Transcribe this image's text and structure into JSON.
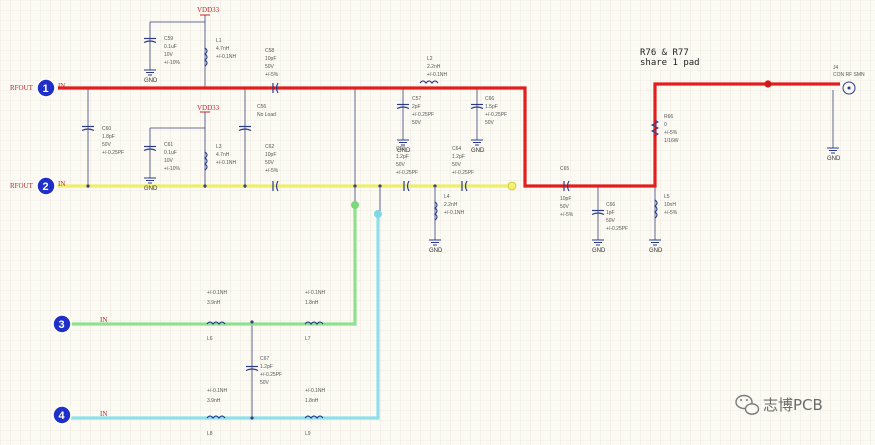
{
  "rails": {
    "vdd_top": "VDD33",
    "vdd_mid": "VDD33"
  },
  "nets": {
    "rf1": "RFOUT",
    "rf1_suffix": "IN",
    "rf2": "RFOUT",
    "rf2_suffix": "IN",
    "in3": "IN",
    "in4": "IN"
  },
  "note": {
    "line1": "R76 & R77",
    "line2": "share 1 pad"
  },
  "gnd_label": "GND",
  "markers": [
    "1",
    "2",
    "3",
    "4"
  ],
  "parts": {
    "c59": [
      "C59",
      "0.1uF",
      "10V",
      "+/-10%"
    ],
    "l1": [
      "L1",
      "4.7nH",
      "+/-0.1NH"
    ],
    "c58": [
      "C58",
      "10pF",
      "50V",
      "+/-5%"
    ],
    "l2": [
      "L2",
      "2.2nH",
      "+/-0.1NH"
    ],
    "c60": [
      "C60",
      "1.8pF",
      "50V",
      "+/-0.25PF"
    ],
    "c56": [
      "C56",
      "No Load"
    ],
    "c57": [
      "C57",
      "2pF",
      "+/-0.25PF",
      "50V"
    ],
    "c66": [
      "C66",
      "1.5pF",
      "+/-0.25PF",
      "50V"
    ],
    "c61": [
      "C61",
      "0.1uF",
      "10V",
      "+/-10%"
    ],
    "l3": [
      "L3",
      "4.7nH",
      "+/-0.1NH"
    ],
    "c62": [
      "C62",
      "10pF",
      "50V",
      "+/-5%"
    ],
    "c63": [
      "C63",
      "1.2pF",
      "50V",
      "+/-0.25PF"
    ],
    "c64": [
      "C64",
      "1.2pF",
      "50V",
      "+/-0.25PF"
    ],
    "l4": [
      "L4",
      "2.2nH",
      "+/-0.1NH"
    ],
    "c65": [
      "C65",
      "10pF",
      "50V",
      "+/-5%"
    ],
    "c66b": [
      "C66",
      "1pF",
      "50V",
      "+/-0.25PF"
    ],
    "r66": [
      "R66",
      "0",
      "+/-5%",
      "1/16W"
    ],
    "l5": [
      "L5",
      "10nH",
      "+/-5%"
    ],
    "j4": [
      "J4",
      "CON RF SMN"
    ],
    "l6": [
      "+/-0.1NH",
      "3.9nH",
      "L6"
    ],
    "l7": [
      "+/-0.1NH",
      "1.8nH",
      "L7"
    ],
    "c67": [
      "C67",
      "1.2pF",
      "+/-0.25PF",
      "50V"
    ],
    "l8": [
      "+/-0.1NH",
      "3.9nH",
      "L8"
    ],
    "l9": [
      "+/-0.1NH",
      "1.8nH",
      "L9"
    ]
  },
  "watermark": {
    "text": "志博PCB",
    "icon": "wechat-icon"
  }
}
